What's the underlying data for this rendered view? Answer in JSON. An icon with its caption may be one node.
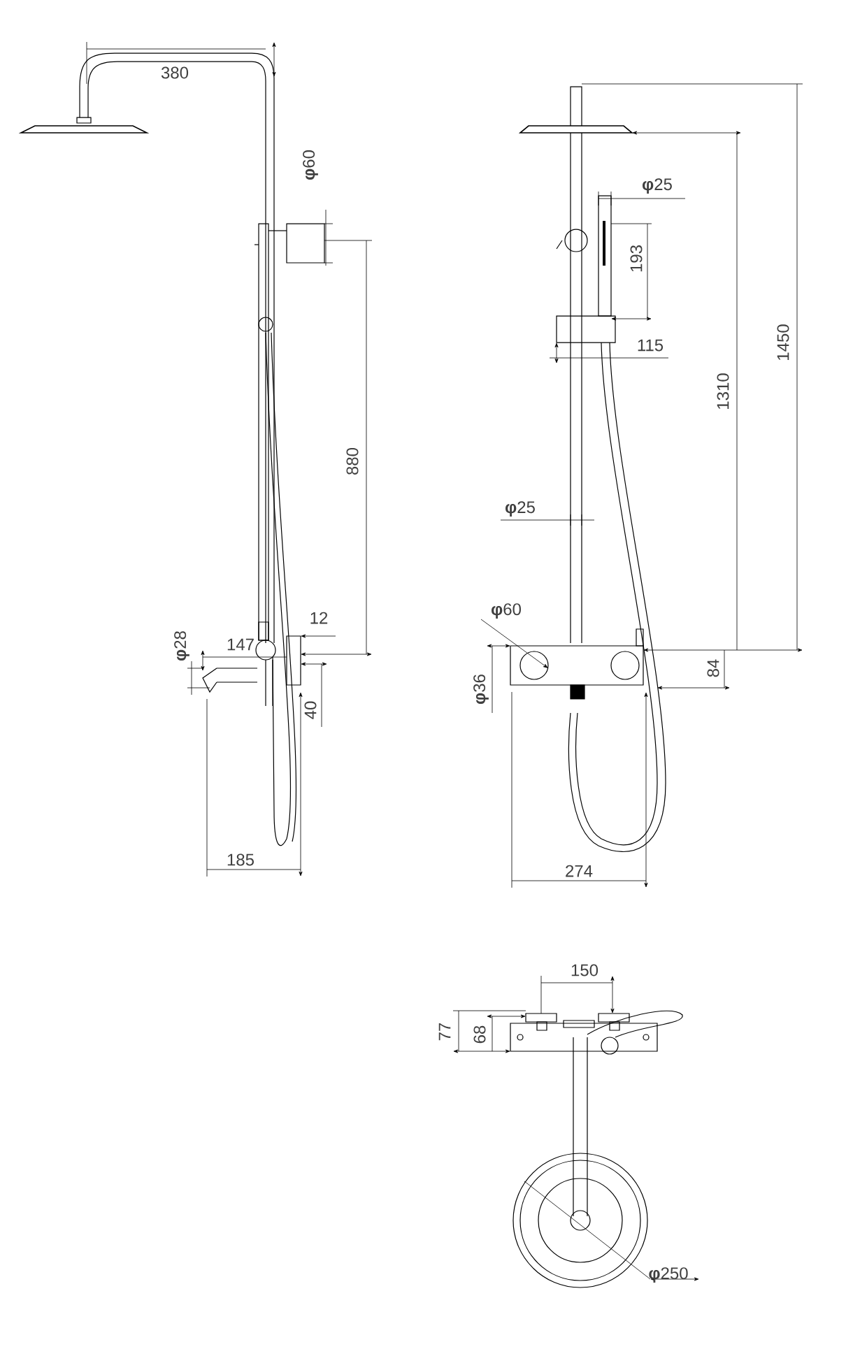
{
  "diagram": {
    "labels": [
      "380",
      "**φ**60",
      "880",
      "**φ**28",
      "147",
      "12",
      "40",
      "185",
      "**φ**25",
      "193",
      "115",
      "1310",
      "1450",
      "**φ**25",
      "**φ**60",
      "**φ**36",
      "84",
      "274",
      "150",
      "77",
      "68",
      "**φ**250"
    ]
  }
}
